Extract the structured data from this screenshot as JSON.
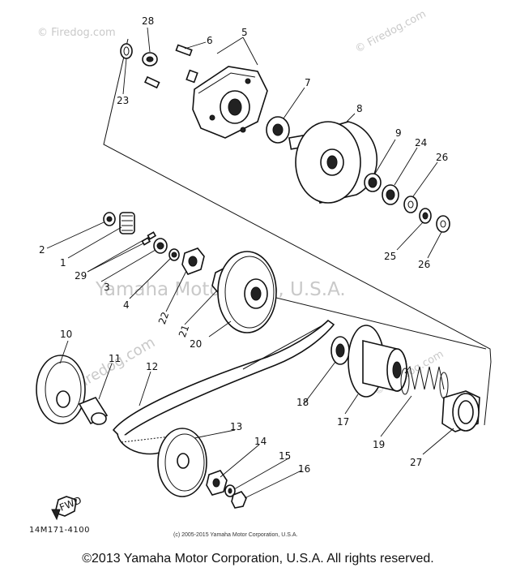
{
  "watermarks": {
    "site": "© Firedog.com",
    "site_diag": "© Firedog.com",
    "corp": "Yamaha Motor Corp, U.S.A."
  },
  "diagram_code": "14M171-4100",
  "small_copyright": "(c) 2005-2015 Yamaha Motor Corporation, U.S.A.",
  "copyright": "©2013 Yamaha Motor Corporation, U.S.A. All rights reserved.",
  "fwd_label": "FWD",
  "callouts": [
    {
      "id": "c28",
      "text": "28"
    },
    {
      "id": "c6",
      "text": "6"
    },
    {
      "id": "c5",
      "text": "5"
    },
    {
      "id": "c23",
      "text": "23"
    },
    {
      "id": "c7",
      "text": "7"
    },
    {
      "id": "c8",
      "text": "8"
    },
    {
      "id": "c9",
      "text": "9"
    },
    {
      "id": "c24",
      "text": "24"
    },
    {
      "id": "c26a",
      "text": "26"
    },
    {
      "id": "c2",
      "text": "2"
    },
    {
      "id": "c1",
      "text": "1"
    },
    {
      "id": "c29",
      "text": "29"
    },
    {
      "id": "c3",
      "text": "3"
    },
    {
      "id": "c4",
      "text": "4"
    },
    {
      "id": "c22",
      "text": "22"
    },
    {
      "id": "c21",
      "text": "21"
    },
    {
      "id": "c20",
      "text": "20"
    },
    {
      "id": "c25",
      "text": "25"
    },
    {
      "id": "c26b",
      "text": "26"
    },
    {
      "id": "c10",
      "text": "10"
    },
    {
      "id": "c11",
      "text": "11"
    },
    {
      "id": "c12",
      "text": "12"
    },
    {
      "id": "c13",
      "text": "13"
    },
    {
      "id": "c14",
      "text": "14"
    },
    {
      "id": "c15",
      "text": "15"
    },
    {
      "id": "c16",
      "text": "16"
    },
    {
      "id": "c18",
      "text": "18"
    },
    {
      "id": "c17",
      "text": "17"
    },
    {
      "id": "c19",
      "text": "19"
    },
    {
      "id": "c27",
      "text": "27"
    }
  ]
}
